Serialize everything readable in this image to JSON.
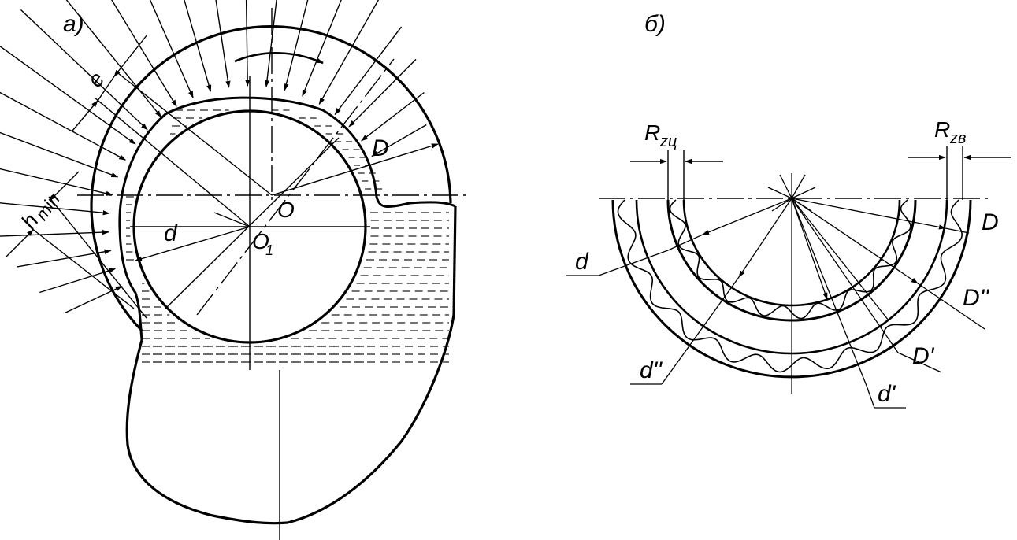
{
  "figure_a": {
    "panel_label": "a)",
    "labels": {
      "e": "e",
      "hmin_main": "h",
      "hmin_sub": "min",
      "D": "D",
      "O": "O",
      "O1_main": "O",
      "O1_sub": "1",
      "d": "d"
    }
  },
  "figure_b": {
    "panel_label": "б)",
    "labels": {
      "Rzu_main": "R",
      "Rzu_sub": "zц",
      "Rzv_main": "R",
      "Rzv_sub": "zв",
      "D": "D",
      "D2": "D''",
      "D1": "D'",
      "d": "d",
      "d2": "d''",
      "d1": "d'"
    }
  },
  "colors": {
    "ink": "#000000",
    "paper": "#ffffff"
  }
}
